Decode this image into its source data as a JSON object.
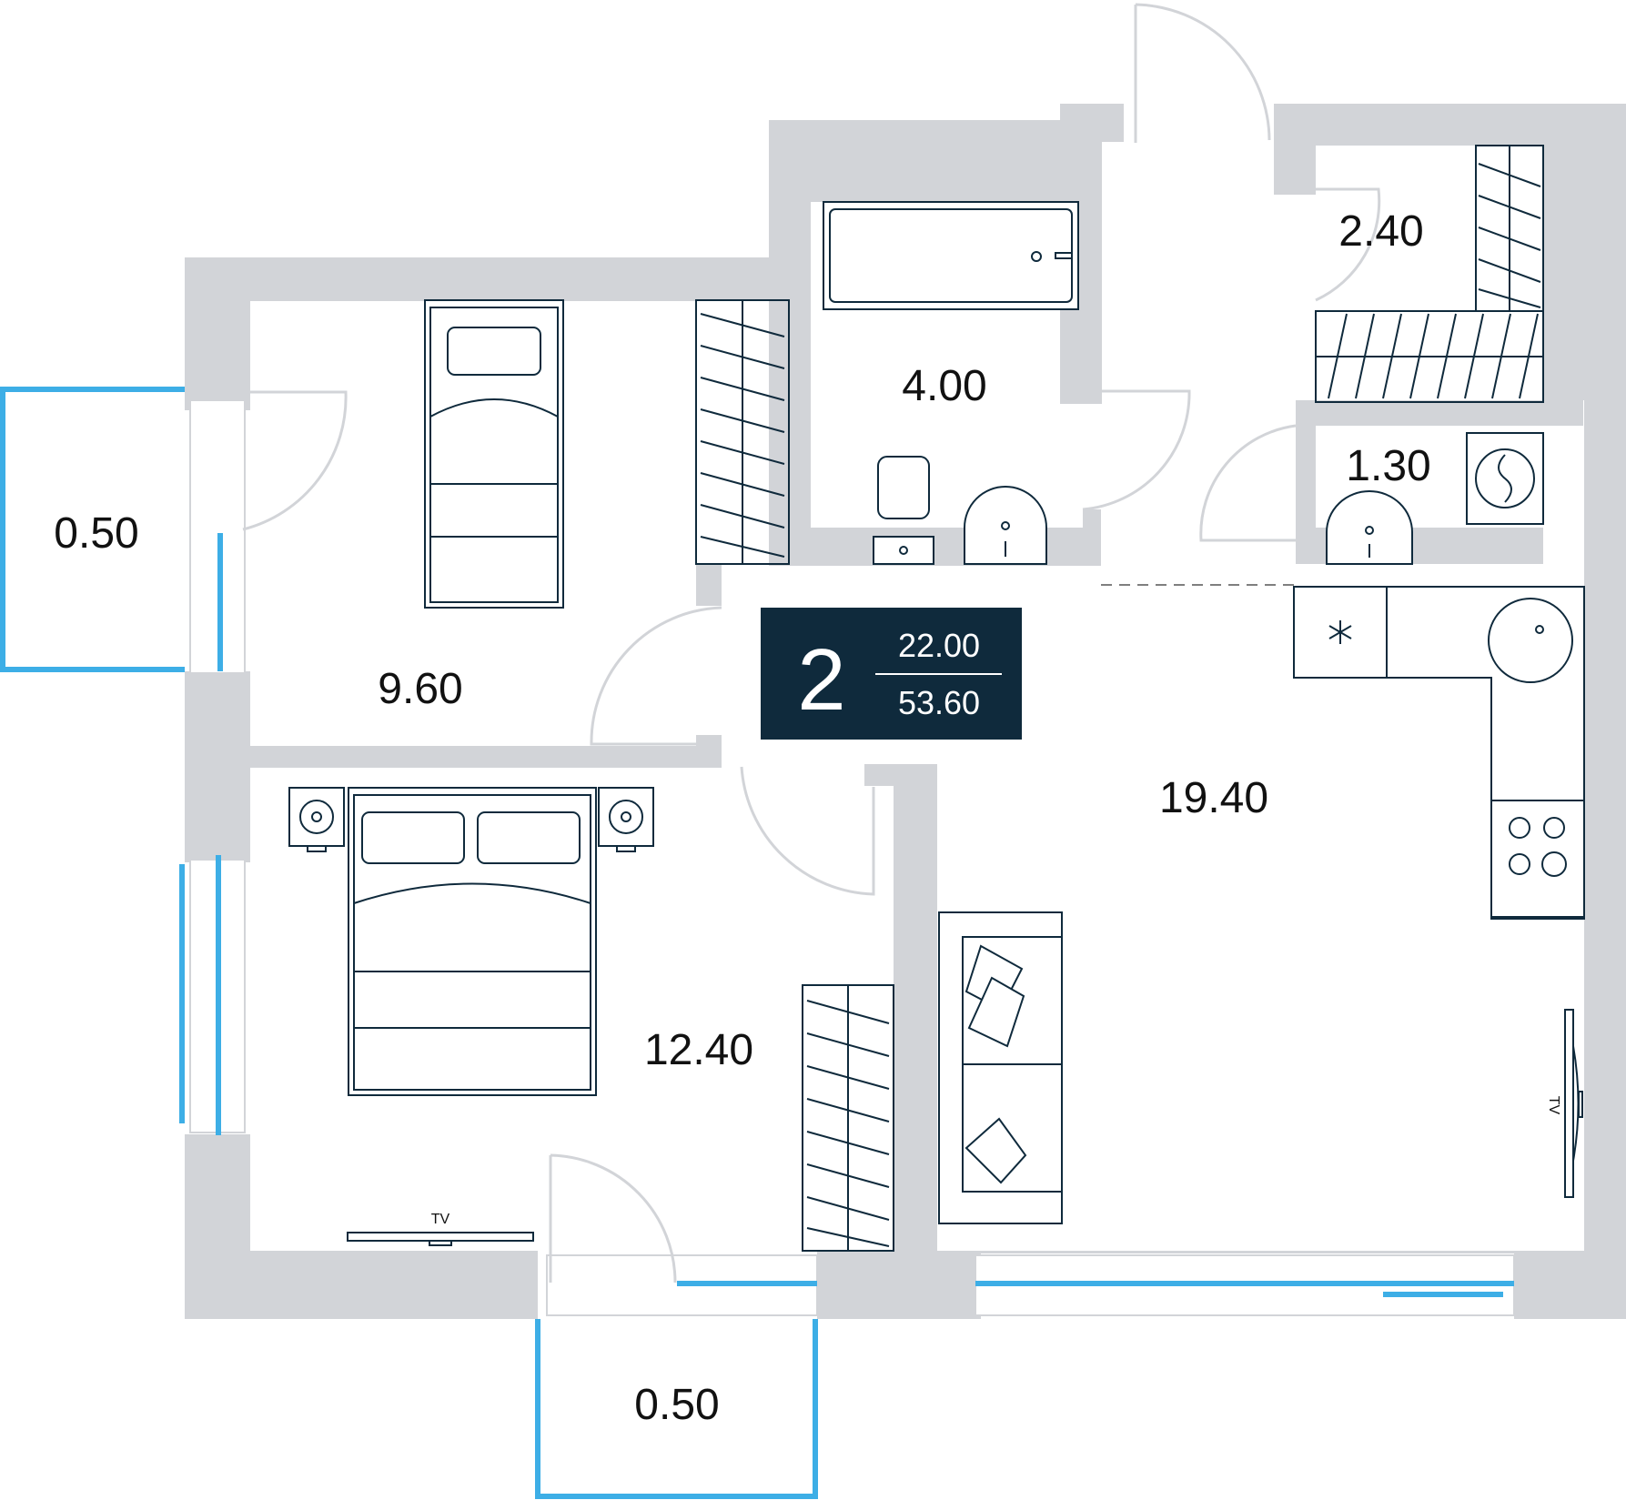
{
  "summary": {
    "rooms": "2",
    "living_area": "22.00",
    "total_area": "53.60",
    "badge_bg": "#0f2a3c"
  },
  "rooms": {
    "balcony_left": "0.50",
    "bedroom_small": "9.60",
    "bathroom": "4.00",
    "storage": "2.40",
    "wc": "1.30",
    "kitchen_living": "19.40",
    "bedroom_large": "12.40",
    "balcony_bottom": "0.50"
  },
  "tv": {
    "bedroom": "TV",
    "living": "TV"
  },
  "colors": {
    "wall": "#d2d4d8",
    "glass": "#3daee6",
    "furniture": "#0f2a3c"
  }
}
